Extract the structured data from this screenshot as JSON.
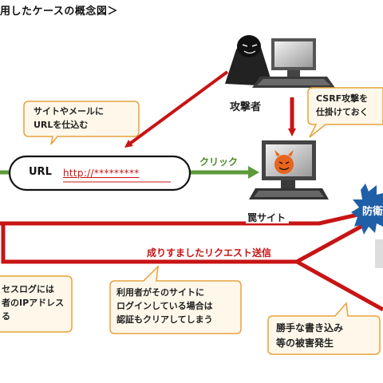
{
  "title": "用したケースの概念図＞",
  "attacker": {
    "label": "攻撃者"
  },
  "trap_site": {
    "label": "罠サイト"
  },
  "url_box": {
    "label": "URL",
    "link": "http://*********"
  },
  "arrows": {
    "click_label": "クリック",
    "spoof_label": "成りすましたリクエスト送信"
  },
  "callouts": {
    "embed_url": [
      "サイトやメールに",
      "URLを仕込む"
    ],
    "csrf": [
      "CSRF攻撃を",
      "仕掛けておく"
    ],
    "access_log": [
      "セスログには",
      "者のIPアドレス",
      "る"
    ],
    "logged_in": [
      "利用者がそのサイトに",
      "ログインしている場合は",
      "認証もクリアしてしまう"
    ],
    "damage": [
      "勝手な書き込み",
      "等の被害発生"
    ]
  },
  "defense_badge": "防衛",
  "colors": {
    "arrow_red": "#c81414",
    "arrow_green": "#5c9a3a",
    "callout_border": "#e6a23c",
    "callout_fill": "#fff8ea",
    "badge_blue": "#1f5fa8"
  }
}
